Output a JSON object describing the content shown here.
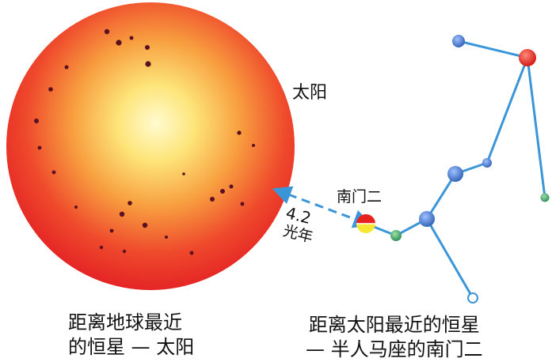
{
  "labels": {
    "sun": "太阳",
    "star": "南门二",
    "distance_value": "4.2",
    "distance_unit": "光年"
  },
  "captions": {
    "left": [
      "距离地球最近",
      "的恒星 — 太阳"
    ],
    "right": [
      "距离太阳最近的恒星",
      "— 半人马座的南门二"
    ]
  },
  "colors": {
    "sun_center": "#fff4a8",
    "sun_edge": "#e8262a",
    "constellation_line": "#3a96d8",
    "star_blue": "#4f7ed0",
    "alpha_red": "#e8221e",
    "alpha_yellow": "#f6e832",
    "sunspot": "#5a1020"
  }
}
